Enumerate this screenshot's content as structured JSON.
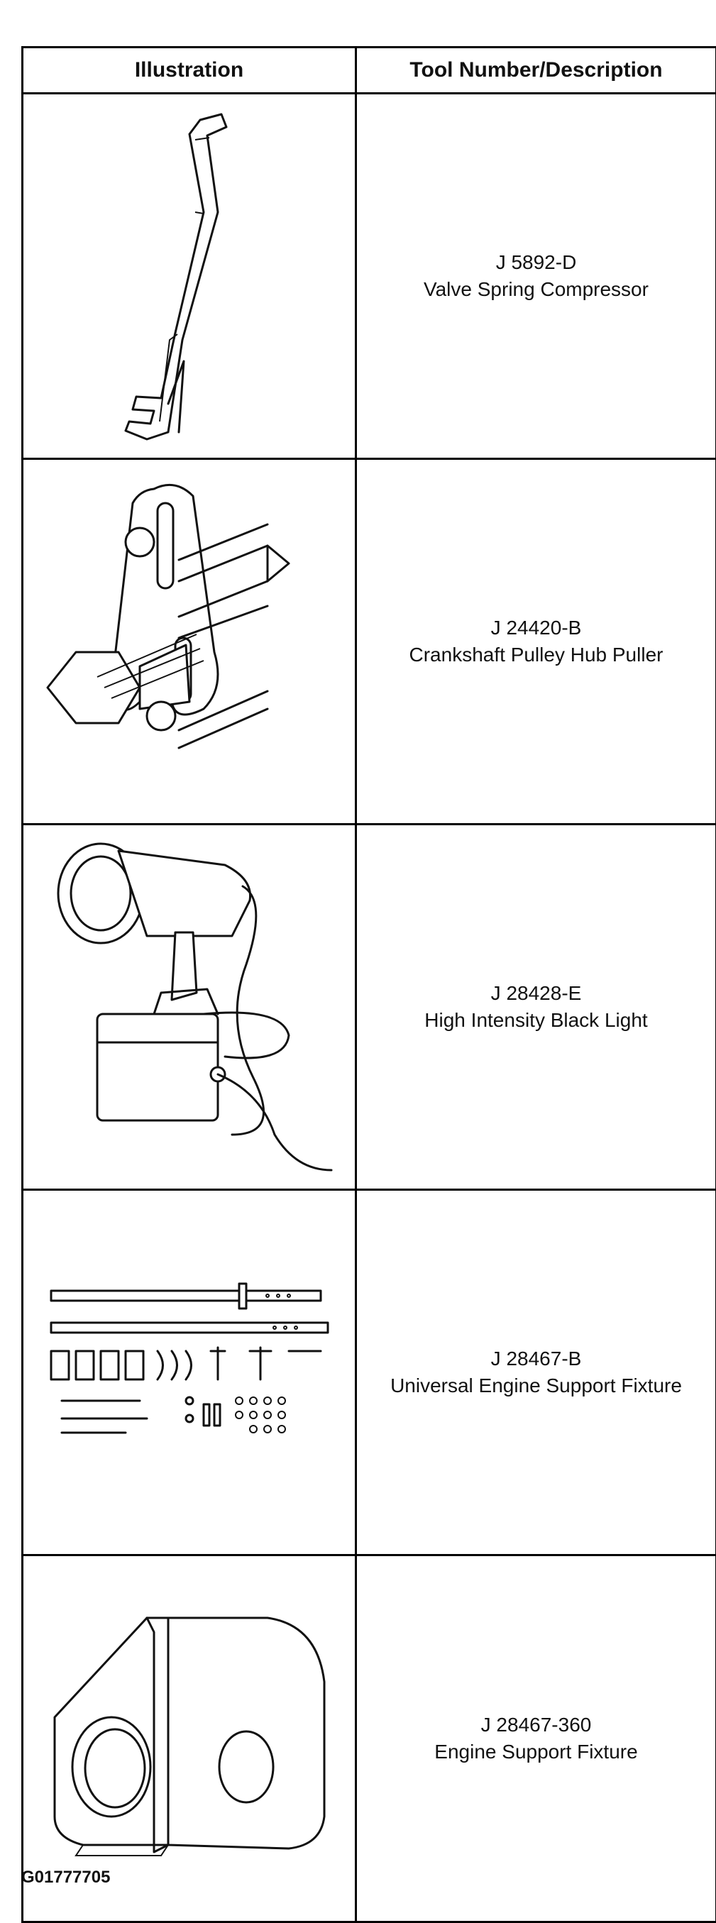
{
  "table": {
    "headers": {
      "illustration": "Illustration",
      "description": "Tool Number/Description"
    },
    "rows": [
      {
        "number": "J 5892-D",
        "name": "Valve Spring Compressor",
        "icon": "valve-spring-compressor-illustration"
      },
      {
        "number": "J 24420-B",
        "name": "Crankshaft Pulley Hub Puller",
        "icon": "crankshaft-pulley-hub-puller-illustration"
      },
      {
        "number": "J 28428-E",
        "name": "High Intensity Black Light",
        "icon": "black-light-illustration"
      },
      {
        "number": "J 28467-B",
        "name": "Universal Engine Support Fixture",
        "icon": "engine-support-fixture-kit-illustration"
      },
      {
        "number": "J 28467-360",
        "name": "Engine Support Fixture",
        "icon": "engine-support-bracket-illustration"
      }
    ]
  },
  "figure_code": "G01777705"
}
